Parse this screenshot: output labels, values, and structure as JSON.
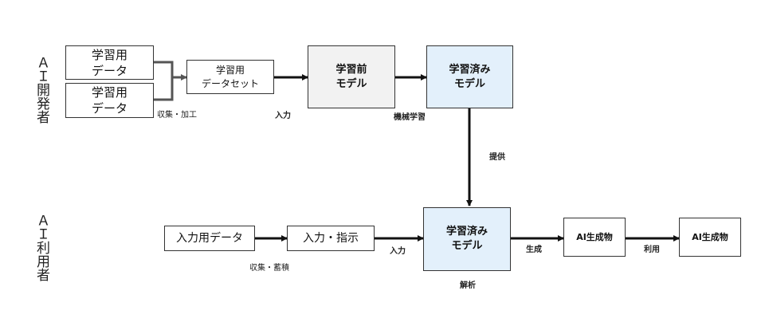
{
  "roles": {
    "developer": "ＡＩ開発者",
    "user": "ＡＩ利用者"
  },
  "boxes": {
    "raw_data_1": "学習用\nデータ",
    "raw_data_2": "学習用\nデータ",
    "dataset": "学習用\nデータセット",
    "pretrained_model": "学習前\nモデル",
    "trained_model_dev": "学習済み\nモデル",
    "input_data": "入力用データ",
    "input_instruction": "入力・指示",
    "trained_model_user": "学習済み\nモデル",
    "ai_output": "AI生成物",
    "ai_output_use": "AI生成物"
  },
  "labels": {
    "collect_process": "収集・加工",
    "input_dev": "入力",
    "machine_learning": "機械学習",
    "provide": "提供",
    "collect_store": "収集・蓄積",
    "input_user": "入力",
    "generate": "生成",
    "use": "利用",
    "analyze": "解析"
  },
  "colors": {
    "pretrained_fill": "#f2f2f2",
    "trained_fill": "#e3f0fb",
    "border": "#333333",
    "arrow": "#111111",
    "merge_connector": "#555555"
  }
}
